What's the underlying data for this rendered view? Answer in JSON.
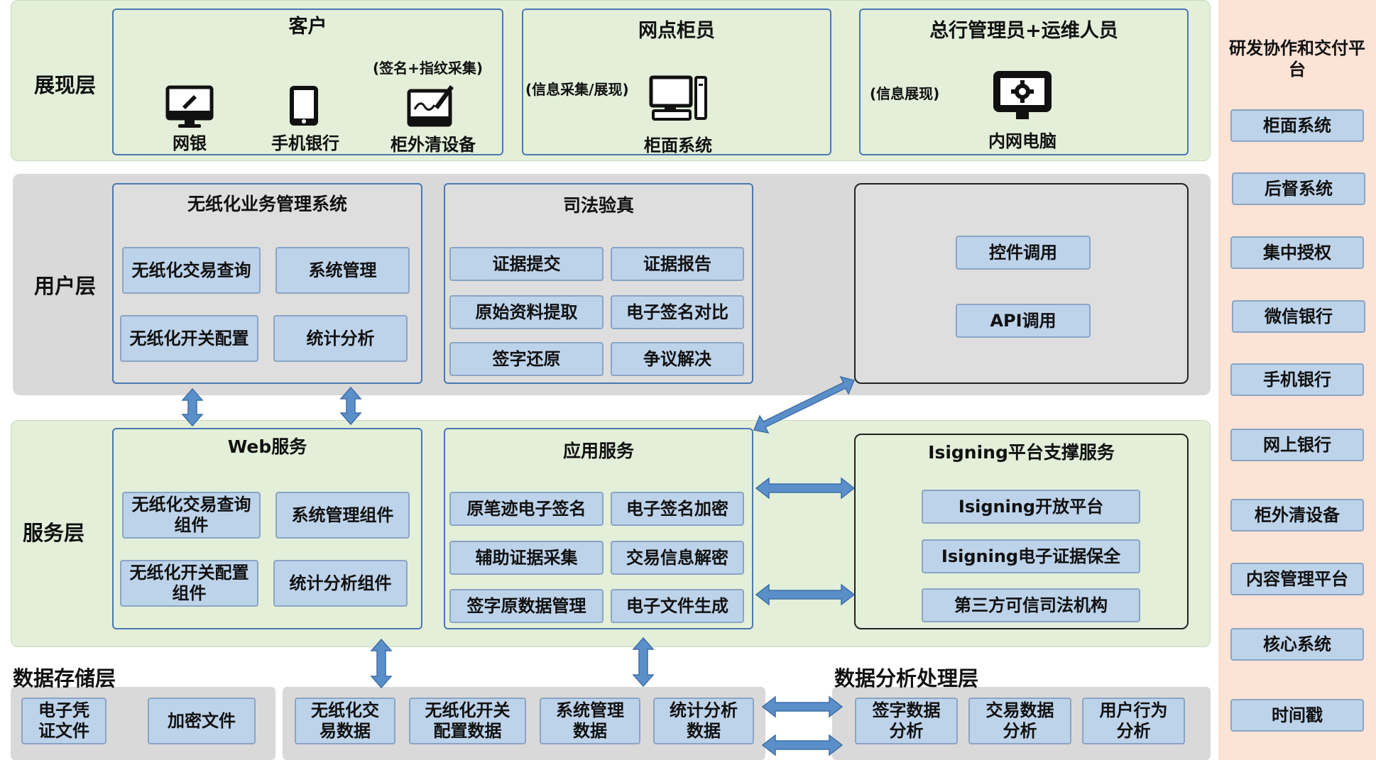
{
  "layers": {
    "presentation": "展现层",
    "user": "用户层",
    "service": "服务层",
    "storage": "数据存储层",
    "analysis": "数据分析处理层"
  },
  "presentation": {
    "customer": {
      "title": "客户",
      "note": "(签名+指纹采集)",
      "items": [
        "网银",
        "手机银行",
        "柜外清设备"
      ]
    },
    "teller": {
      "title": "网点柜员",
      "note": "(信息采集/展现)",
      "item": "柜面系统"
    },
    "admin": {
      "title": "总行管理员+运维人员",
      "note": "(信息展现)",
      "item": "内网电脑"
    }
  },
  "user_layer": {
    "paperless": {
      "title": "无纸化业务管理系统",
      "items": [
        "无纸化交易查询",
        "系统管理",
        "无纸化开关配置",
        "统计分析"
      ]
    },
    "judicial": {
      "title": "司法验真",
      "items": [
        "证据提交",
        "证据报告",
        "原始资料提取",
        "电子签名对比",
        "签字还原",
        "争议解决"
      ]
    },
    "control": {
      "items": [
        "控件调用",
        "API调用"
      ]
    }
  },
  "service_layer": {
    "web": {
      "title": "Web服务",
      "items": [
        "无纸化交易查询组件",
        "系统管理组件",
        "无纸化开关配置组件",
        "统计分析组件"
      ]
    },
    "app": {
      "title": "应用服务",
      "items": [
        "原笔迹电子签名",
        "电子签名加密",
        "辅助证据采集",
        "交易信息解密",
        "签字原数据管理",
        "电子文件生成"
      ]
    },
    "isigning": {
      "title": "Isigning平台支撑服务",
      "items": [
        "Isigning开放平台",
        "Isigning电子证据保全",
        "第三方可信司法机构"
      ]
    }
  },
  "storage": {
    "left": [
      "电子凭证文件",
      "加密文件"
    ],
    "middle": [
      "无纸化交易数据",
      "无纸化开关配置数据",
      "系统管理数据",
      "统计分析数据"
    ]
  },
  "analysis": {
    "items": [
      "签字数据分析",
      "交易数据分析",
      "用户行为分析"
    ]
  },
  "sidebar": {
    "title": "研发协作和交付平台",
    "items": [
      "柜面系统",
      "后督系统",
      "集中授权",
      "微信银行",
      "手机银行",
      "网上银行",
      "柜外清设备",
      "内容管理平台",
      "核心系统",
      "时间戳"
    ]
  },
  "colors": {
    "green_band": "#e3efd9",
    "grey_band": "#d9d9d9",
    "box_fill": "#bdd3ea",
    "border_blue": "#4a78b0",
    "arrow_blue": "#5b8fc9",
    "sidebar_bg": "#fbe3d6"
  },
  "icons": [
    "imac-icon",
    "smartphone-icon",
    "signature-pad-icon",
    "desktop-pc-icon",
    "monitor-gear-icon"
  ]
}
